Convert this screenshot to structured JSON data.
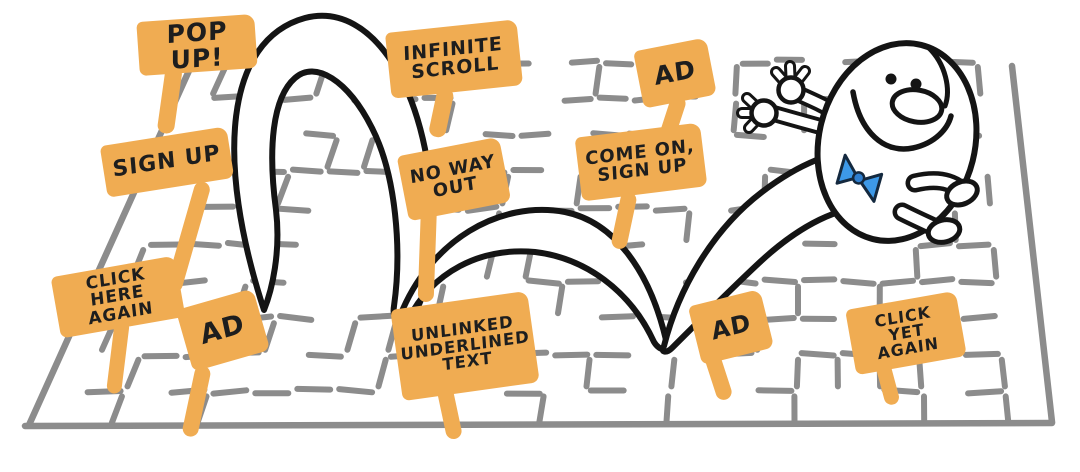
{
  "illustration": {
    "background": "#FFFFFF",
    "colors": {
      "sign_fill": "#F0AC52",
      "sign_text": "#1E1E1E",
      "maze_stroke": "#8C8C8C",
      "ink": "#141414",
      "bowtie_blue": "#3D99E8"
    },
    "signs": [
      {
        "id": "pop-up",
        "lines": [
          "POP UP!"
        ]
      },
      {
        "id": "sign-up",
        "lines": [
          "SIGN UP"
        ]
      },
      {
        "id": "click-here-again",
        "lines": [
          "CLICK HERE",
          "AGAIN"
        ]
      },
      {
        "id": "ad-left",
        "lines": [
          "AD"
        ]
      },
      {
        "id": "infinite-scroll",
        "lines": [
          "INFINITE",
          "SCROLL"
        ]
      },
      {
        "id": "no-way-out",
        "lines": [
          "NO WAY",
          "OUT"
        ]
      },
      {
        "id": "unlinked-underlined-text",
        "lines": [
          "UNLINKED",
          "UNDERLINED",
          "TEXT"
        ]
      },
      {
        "id": "ad-top",
        "lines": [
          "AD"
        ]
      },
      {
        "id": "come-on-sign-up",
        "lines": [
          "COME ON,",
          "SIGN UP"
        ]
      },
      {
        "id": "ad-right",
        "lines": [
          "AD"
        ]
      },
      {
        "id": "click-yet-again",
        "lines": [
          "CLICK",
          "YET AGAIN"
        ]
      }
    ]
  }
}
